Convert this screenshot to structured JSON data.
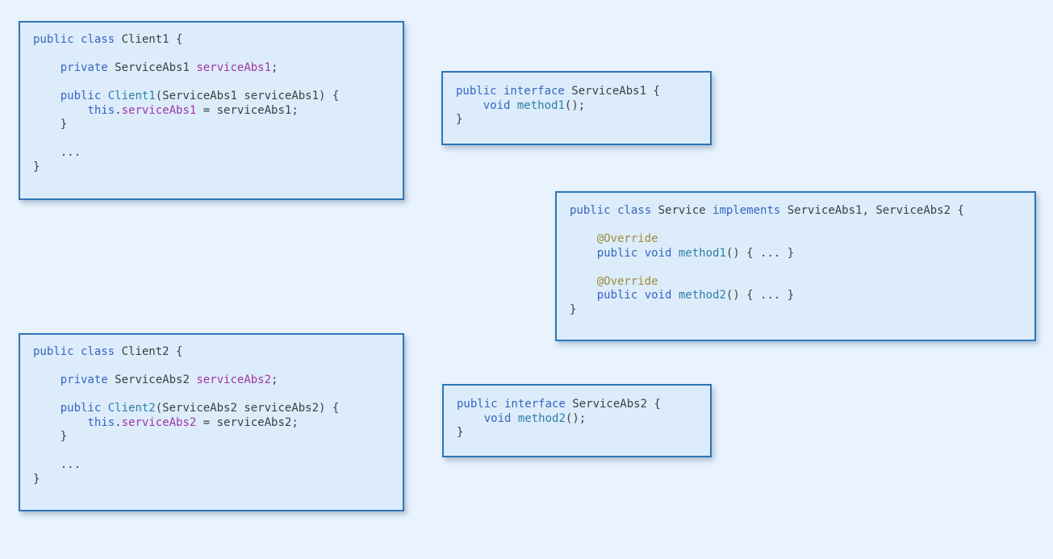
{
  "page": {
    "background": "#e9f3fd",
    "description": "Interface segregation diagram with five Java code boxes"
  },
  "colors": {
    "keyword": "#3565c1",
    "plain": "#3c4043",
    "method": "#2e7fa7",
    "field": "#a136a8",
    "annotation": "#9d8c3a",
    "box_fill": "#dcecfa",
    "box_border": "#2e75b5",
    "page_background": "#e9f3fd"
  },
  "boxes": {
    "client1": {
      "name": "Client1 class",
      "lines": [
        [
          [
            "public class",
            "kw"
          ],
          [
            " Client1 {",
            "pl"
          ]
        ],
        [],
        [
          [
            "    ",
            "pl"
          ],
          [
            "private",
            "kw"
          ],
          [
            " ServiceAbs1 ",
            "pl"
          ],
          [
            "serviceAbs1",
            "fld"
          ],
          [
            ";",
            "pl"
          ]
        ],
        [],
        [
          [
            "    ",
            "pl"
          ],
          [
            "public",
            "kw"
          ],
          [
            " ",
            "pl"
          ],
          [
            "Client1",
            "fn"
          ],
          [
            "(ServiceAbs1 serviceAbs1) {",
            "pl"
          ]
        ],
        [
          [
            "        ",
            "pl"
          ],
          [
            "this",
            "kw"
          ],
          [
            ".",
            "pl"
          ],
          [
            "serviceAbs1",
            "fld"
          ],
          [
            " = serviceAbs1;",
            "pl"
          ]
        ],
        [
          [
            "    }",
            "pl"
          ]
        ],
        [],
        [
          [
            "    ...",
            "pl"
          ]
        ],
        [
          [
            "}",
            "pl"
          ]
        ]
      ]
    },
    "serviceabs1": {
      "name": "ServiceAbs1 interface",
      "lines": [
        [
          [
            "public interface",
            "kw"
          ],
          [
            " ServiceAbs1 {",
            "pl"
          ]
        ],
        [
          [
            "    ",
            "pl"
          ],
          [
            "void",
            "kw"
          ],
          [
            " ",
            "pl"
          ],
          [
            "method1",
            "fn"
          ],
          [
            "();",
            "pl"
          ]
        ],
        [
          [
            "}",
            "pl"
          ]
        ]
      ]
    },
    "service": {
      "name": "Service class",
      "lines": [
        [
          [
            "public class",
            "kw"
          ],
          [
            " Service ",
            "pl"
          ],
          [
            "implements",
            "kw"
          ],
          [
            " ServiceAbs1, ServiceAbs2 {",
            "pl"
          ]
        ],
        [],
        [
          [
            "    ",
            "pl"
          ],
          [
            "@Override",
            "ann"
          ]
        ],
        [
          [
            "    ",
            "pl"
          ],
          [
            "public void",
            "kw"
          ],
          [
            " ",
            "pl"
          ],
          [
            "method1",
            "fn"
          ],
          [
            "() { ... }",
            "pl"
          ]
        ],
        [],
        [
          [
            "    ",
            "pl"
          ],
          [
            "@Override",
            "ann"
          ]
        ],
        [
          [
            "    ",
            "pl"
          ],
          [
            "public void",
            "kw"
          ],
          [
            " ",
            "pl"
          ],
          [
            "method2",
            "fn"
          ],
          [
            "() { ... }",
            "pl"
          ]
        ],
        [
          [
            "}",
            "pl"
          ]
        ]
      ]
    },
    "client2": {
      "name": "Client2 class",
      "lines": [
        [
          [
            "public class",
            "kw"
          ],
          [
            " Client2 {",
            "pl"
          ]
        ],
        [],
        [
          [
            "    ",
            "pl"
          ],
          [
            "private",
            "kw"
          ],
          [
            " ServiceAbs2 ",
            "pl"
          ],
          [
            "serviceAbs2",
            "fld"
          ],
          [
            ";",
            "pl"
          ]
        ],
        [],
        [
          [
            "    ",
            "pl"
          ],
          [
            "public",
            "kw"
          ],
          [
            " ",
            "pl"
          ],
          [
            "Client2",
            "fn"
          ],
          [
            "(ServiceAbs2 serviceAbs2) {",
            "pl"
          ]
        ],
        [
          [
            "        ",
            "pl"
          ],
          [
            "this",
            "kw"
          ],
          [
            ".",
            "pl"
          ],
          [
            "serviceAbs2",
            "fld"
          ],
          [
            " = serviceAbs2;",
            "pl"
          ]
        ],
        [
          [
            "    }",
            "pl"
          ]
        ],
        [],
        [
          [
            "    ...",
            "pl"
          ]
        ],
        [
          [
            "}",
            "pl"
          ]
        ]
      ]
    },
    "serviceabs2": {
      "name": "ServiceAbs2 interface",
      "lines": [
        [
          [
            "public interface",
            "kw"
          ],
          [
            " ServiceAbs2 {",
            "pl"
          ]
        ],
        [
          [
            "    ",
            "pl"
          ],
          [
            "void",
            "kw"
          ],
          [
            " ",
            "pl"
          ],
          [
            "method2",
            "fn"
          ],
          [
            "();",
            "pl"
          ]
        ],
        [
          [
            "}",
            "pl"
          ]
        ]
      ]
    }
  }
}
